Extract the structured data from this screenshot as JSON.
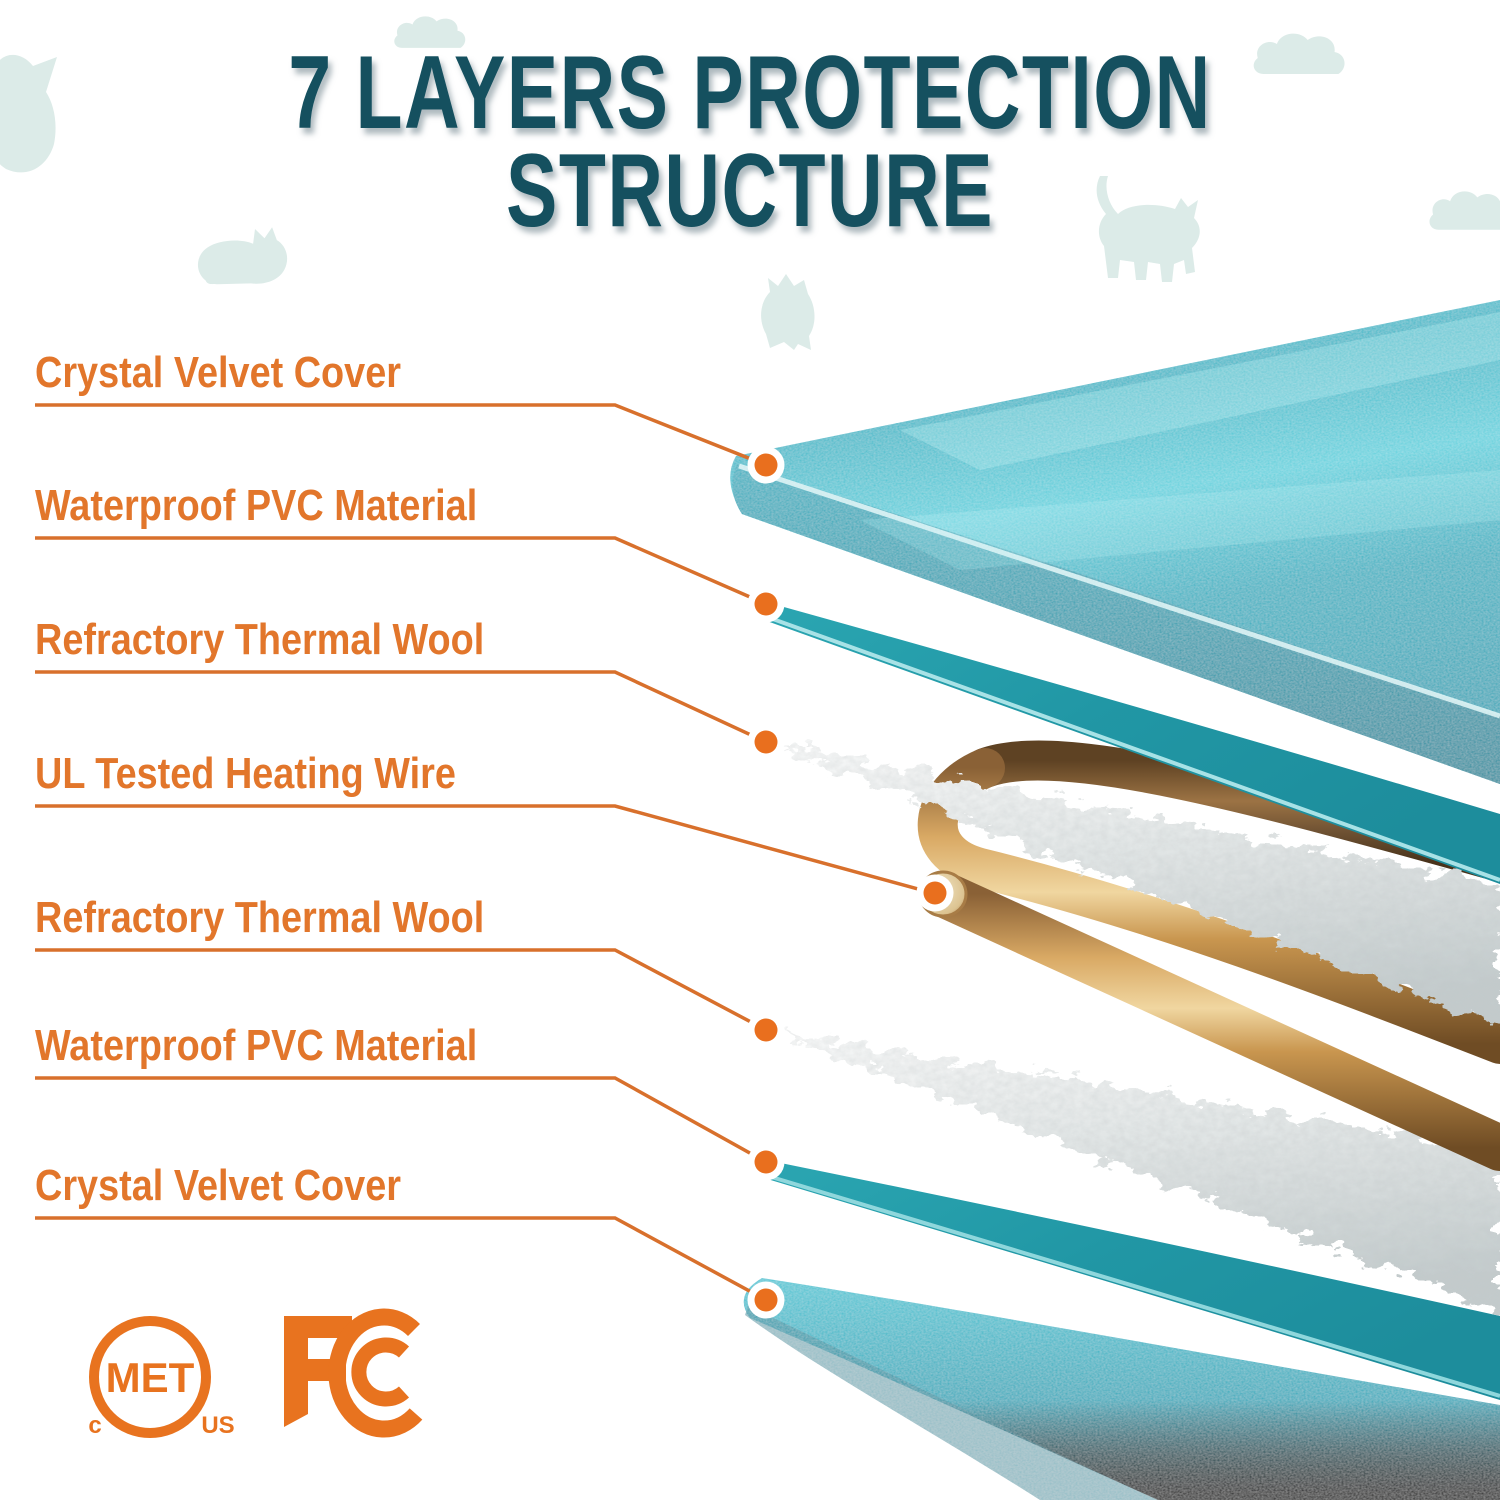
{
  "title": {
    "line1": "7 LAYERS PROTECTION",
    "line2": "STRUCTURE"
  },
  "layers": [
    {
      "label": "Crystal Velvet Cover"
    },
    {
      "label": "Waterproof PVC Material"
    },
    {
      "label": "Refractory Thermal Wool"
    },
    {
      "label": "UL Tested Heating Wire"
    },
    {
      "label": "Refractory Thermal Wool"
    },
    {
      "label": "Waterproof PVC Material"
    },
    {
      "label": "Crystal Velvet Cover"
    }
  ],
  "certifications": {
    "met": {
      "text": "MET",
      "left": "c",
      "right": "US"
    },
    "fcc": {
      "name": "FCC-logo"
    }
  },
  "colors": {
    "accent_orange": "#e2762b",
    "title_teal": "#15505f",
    "velvet_teal": "#3fc1cf",
    "pvc_teal": "#2197a5",
    "wool_gray": "#dfe4e4",
    "wire_copper": "#c68c45",
    "decor_mint": "#dcebe8"
  },
  "decor": {
    "shapes": [
      "cat-head",
      "cloud",
      "lying-cat",
      "sitting-cat",
      "walking-cat",
      "cloud",
      "cloud",
      "lying-cat"
    ]
  }
}
